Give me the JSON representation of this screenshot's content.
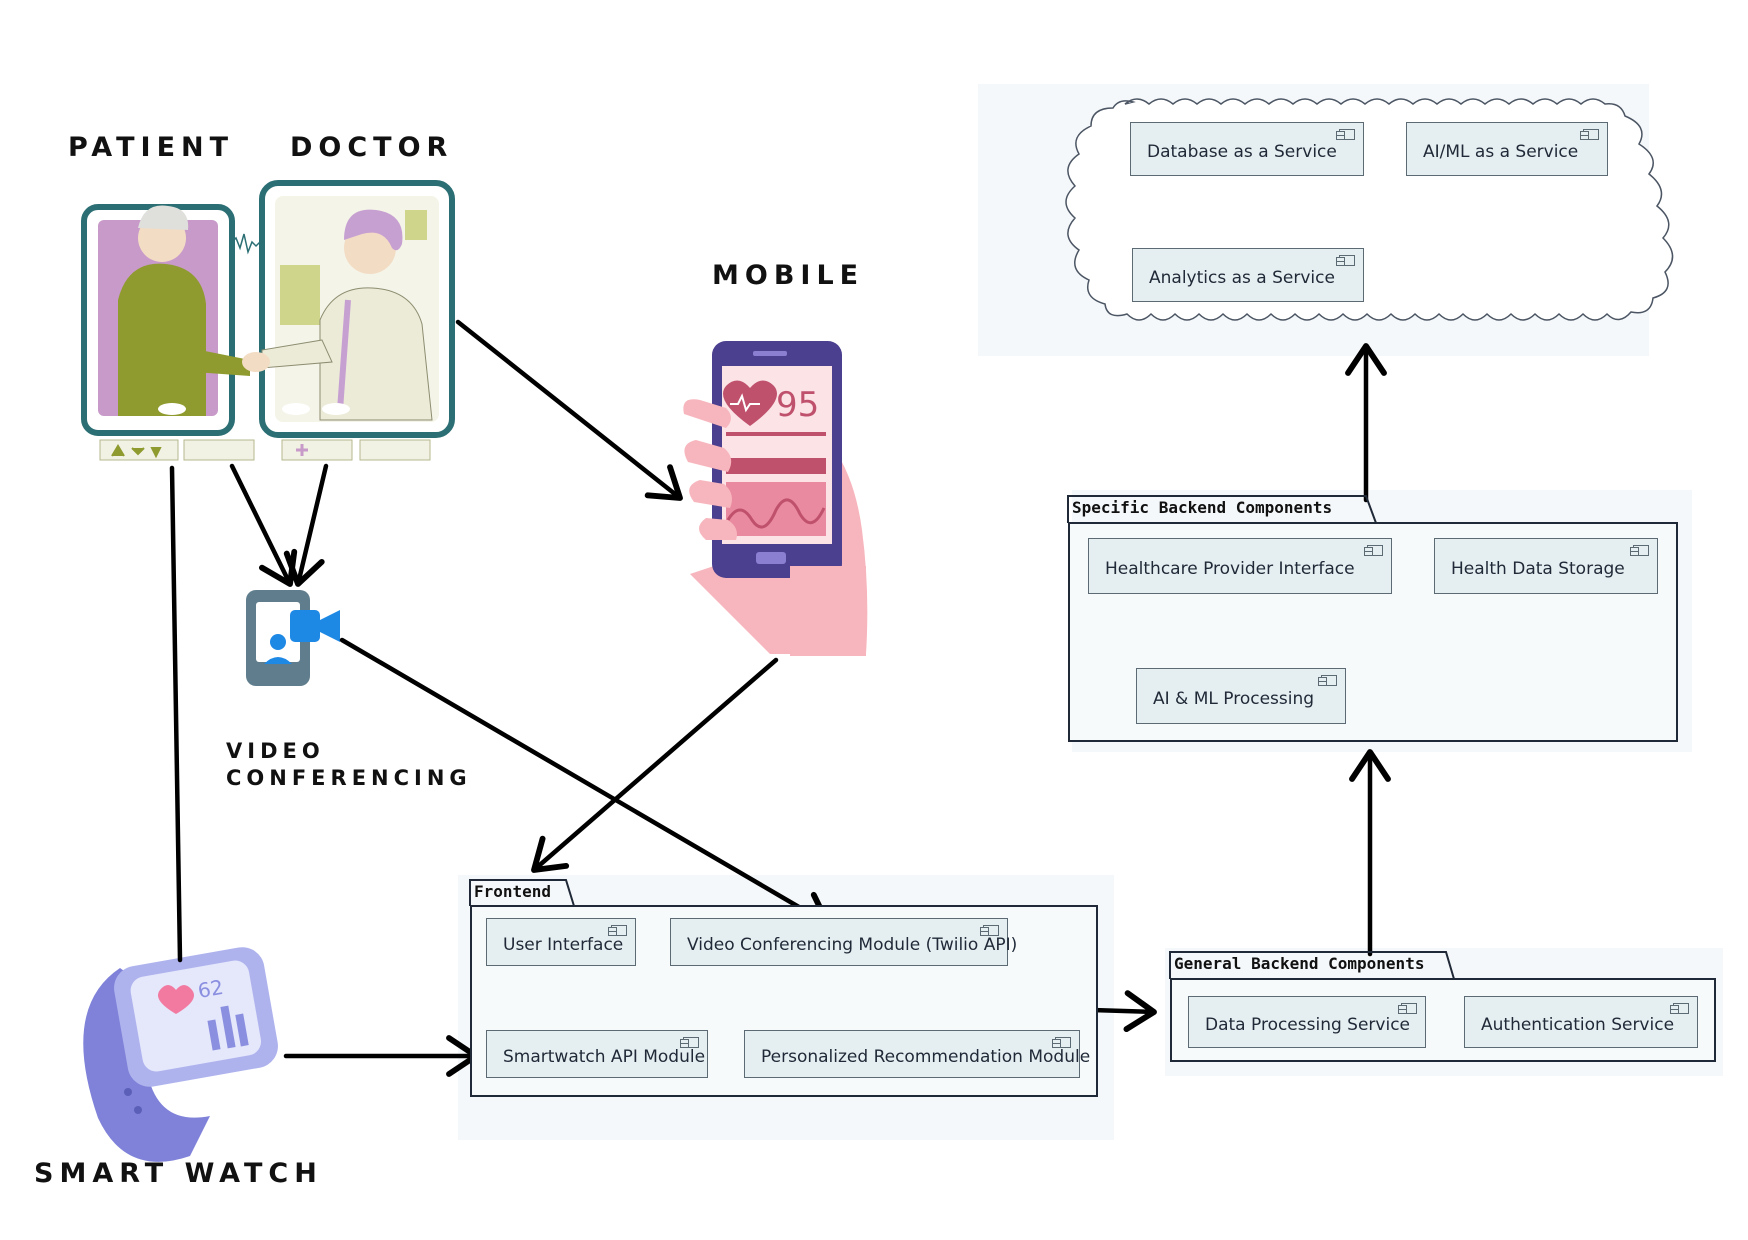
{
  "labels": {
    "patient": "PATIENT",
    "doctor": "DOCTOR",
    "mobile": "MOBILE",
    "video_line1": "VIDEO",
    "video_line2": "CONFERENCING",
    "smartwatch": "SMART WATCH"
  },
  "illustration_text": {
    "heart_rate": "95",
    "watch_reading": "62"
  },
  "cloud": {
    "components": [
      "Database as a Service",
      "AI/ML as a Service",
      "Analytics as a Service"
    ]
  },
  "specific_backend": {
    "title": "Specific Backend Components",
    "components": [
      "Healthcare Provider Interface",
      "Health Data Storage",
      "AI & ML Processing"
    ]
  },
  "general_backend": {
    "title": "General Backend Components",
    "components": [
      "Data Processing Service",
      "Authentication Service"
    ]
  },
  "frontend": {
    "title": "Frontend",
    "components": [
      "User Interface",
      "Video Conferencing Module (Twilio API)",
      "Smartwatch API Module",
      "Personalized Recommendation Module"
    ]
  },
  "colors": {
    "component_fill": "#e5eef0",
    "package_border": "#1f2937",
    "arrow": "#000000",
    "video_icon_blue": "#1e88e5",
    "phone_purple": "#4b3f8f",
    "hand_pink": "#f7b6bd"
  }
}
